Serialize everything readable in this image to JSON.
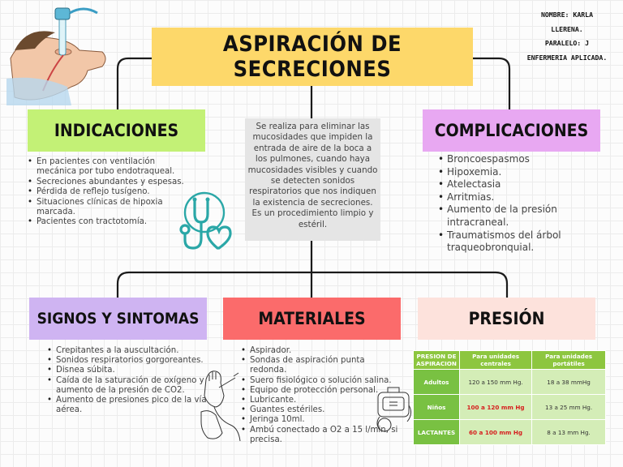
{
  "title": "ASPIRACIÓN DE SECRECIONES",
  "author": {
    "lines": [
      "NOMBRE: KARLA",
      "LLERENA.",
      "PARALELO: J",
      "ENFERMERIA APLICADA."
    ]
  },
  "description": "Se realiza para eliminar las mucosidades que impiden la entrada de aire de la boca a los pulmones, cuando haya mucosidades visibles y cuando se detecten sonidos respiratorios que nos indiquen la existencia de secreciones. Es un procedimiento limpio y estéril.",
  "indicaciones": {
    "title": "INDICACIONES",
    "items": [
      "En pacientes con ventilación mecánica por tubo endotraqueal.",
      "Secreciones abundantes y espesas.",
      "Pérdida de reflejo tusígeno.",
      "Situaciones clínicas de hipoxia marcada.",
      "Pacientes con tractotomía."
    ]
  },
  "complicaciones": {
    "title": "COMPLICACIONES",
    "items": [
      "Broncoespasmos",
      "Hipoxemia.",
      "Atelectasia",
      "Arritmias.",
      "Aumento de la presión intracraneal.",
      "Traumatismos del árbol traqueobronquial."
    ]
  },
  "signos": {
    "title": "SIGNOS Y SINTOMAS",
    "items": [
      "Crepitantes a la auscultación.",
      "Sonidos respiratorios gorgoreantes.",
      "Disnea súbita.",
      "Caída de la saturación de oxígeno y aumento de la presión de CO2.",
      "Aumento de presiones pico de la vía aérea."
    ]
  },
  "materiales": {
    "title": "MATERIALES",
    "items": [
      "Aspirador.",
      "Sondas de aspiración punta redonda.",
      "Suero fisiológico o solución salina.",
      "Equipo de protección personal.",
      "Lubricante.",
      "Guantes estériles.",
      "Jeringa 10ml.",
      "Ambú conectado a O2  a 15 l/min, si precisa."
    ]
  },
  "presion": {
    "title": "PRESIÓN",
    "table": {
      "header": [
        "PRESION DE ASPIRACION",
        "Para unidades centrales",
        "Para unidades portátiles"
      ],
      "rows": [
        {
          "label": "Adultos",
          "central": "120 a 150 mm Hg.",
          "portable": "18 a 38 mmHg"
        },
        {
          "label": "Niños",
          "central": "100 a 120 mm Hg",
          "portable": "13 a 25 mm Hg."
        },
        {
          "label": "LACTANTES",
          "central": "60 a 100 mm Hg",
          "portable": "8 a 13 mm Hg."
        }
      ]
    }
  },
  "colors": {
    "title_box": "#fdd86a",
    "indicaciones_box": "#c3f176",
    "complicaciones_box": "#e8a8f2",
    "signos_box": "#cfb4f2",
    "materiales_box": "#fb6b6b",
    "presion_box": "#fde2dc",
    "table_header": "#8dc63f",
    "table_cell": "#d4edb7",
    "icon_teal": "#2aa7a7"
  },
  "icons": [
    "patient-intubation-illustration",
    "stethoscope-heart-icon",
    "gloved-hands-syringe-illustration",
    "suction-machine-illustration"
  ]
}
